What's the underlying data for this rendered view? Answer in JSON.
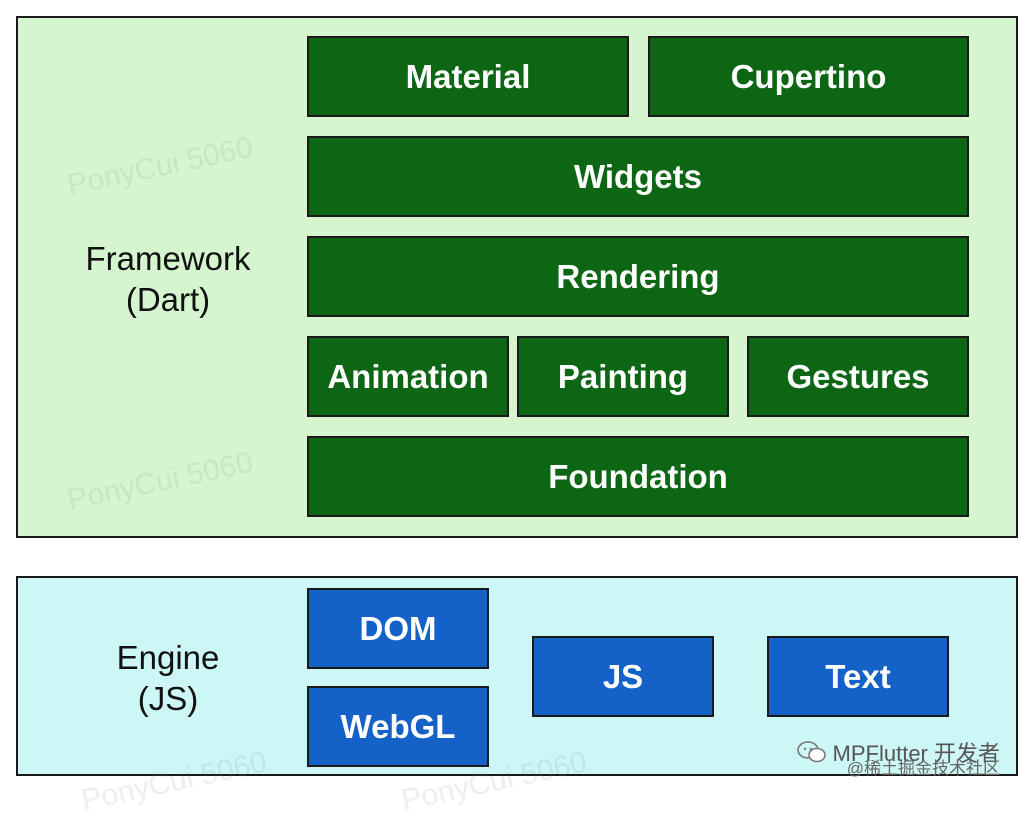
{
  "framework": {
    "label_line1": "Framework",
    "label_line2": "(Dart)",
    "layers": {
      "material": "Material",
      "cupertino": "Cupertino",
      "widgets": "Widgets",
      "rendering": "Rendering",
      "animation": "Animation",
      "painting": "Painting",
      "gestures": "Gestures",
      "foundation": "Foundation"
    }
  },
  "engine": {
    "label_line1": "Engine",
    "label_line2": "(JS)",
    "components": {
      "dom": "DOM",
      "webgl": "WebGL",
      "js": "JS",
      "text": "Text"
    }
  },
  "watermark": "PonyCui 5060",
  "credit": {
    "main": "MPFlutter 开发者",
    "sub": "@稀土掘金技术社区"
  },
  "colors": {
    "framework_bg": "#d5f5cf",
    "engine_bg": "#cdf6f6",
    "framework_box": "#0d6613",
    "engine_box": "#1461c8"
  }
}
